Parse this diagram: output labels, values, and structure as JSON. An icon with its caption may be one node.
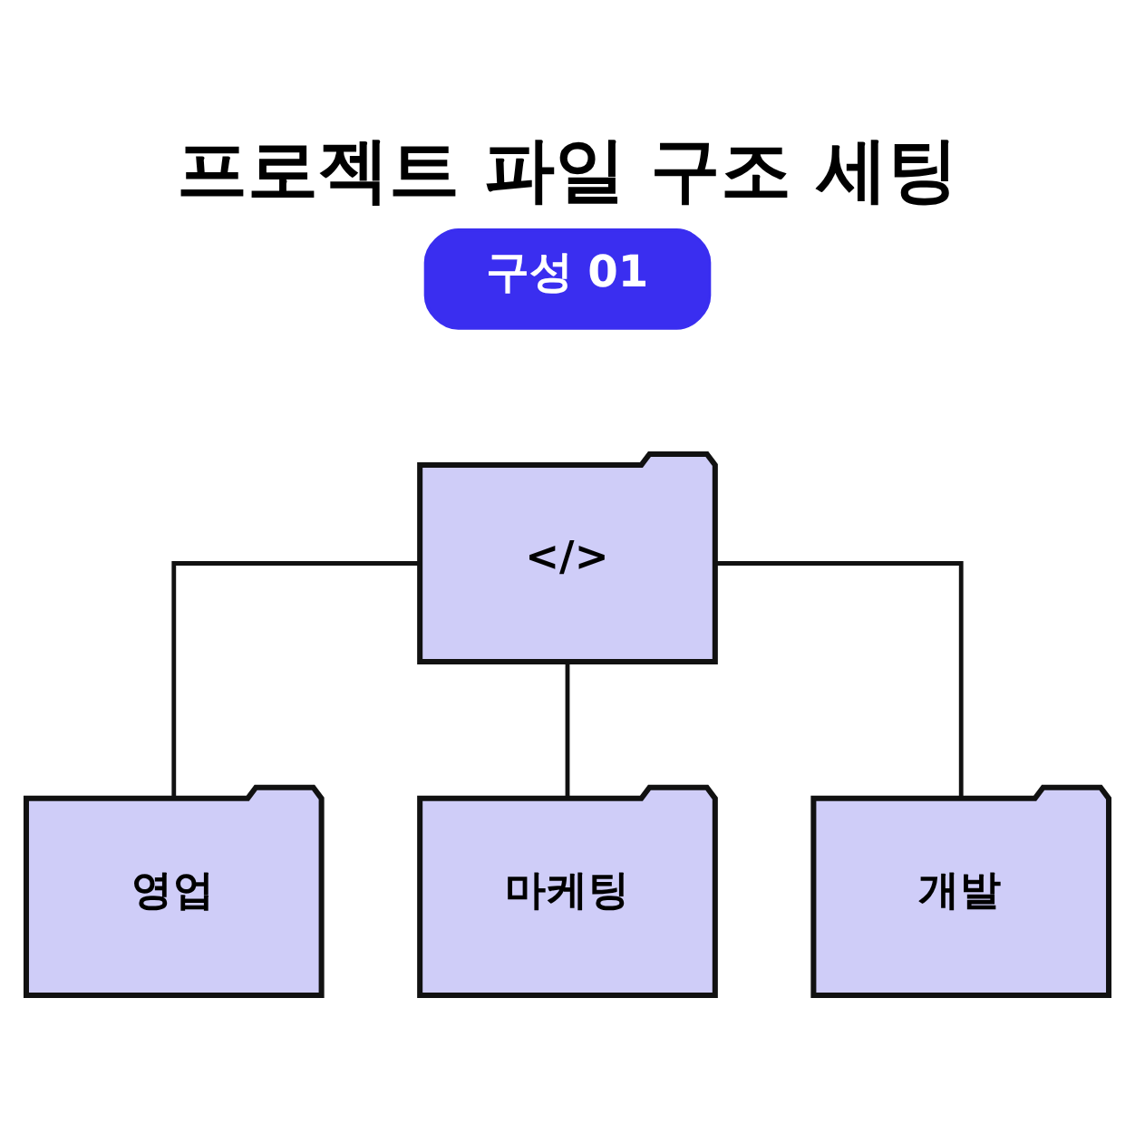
{
  "diagram": {
    "title": "프로젝트 파일 구조 세팅",
    "nodes": [
      {
        "text": [
          "구성 01"
        ]
      },
      {
        "text": [
          "</>"
        ]
      },
      {
        "text": [
          "영업"
        ]
      },
      {
        "text": [
          "마케팅"
        ]
      },
      {
        "text": [
          "개발"
        ]
      }
    ],
    "edges": [
      {
        "from": 1,
        "to": 2,
        "arrow": "none"
      },
      {
        "from": 1,
        "to": 3,
        "arrow": "none"
      },
      {
        "from": 1,
        "to": 4,
        "arrow": "none"
      }
    ]
  }
}
